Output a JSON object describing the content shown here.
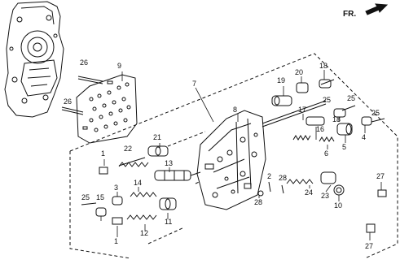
{
  "diagram": {
    "orientation_label": "FR.",
    "callouts": [
      {
        "id": "c1a",
        "text": "1"
      },
      {
        "id": "c1b",
        "text": "1"
      },
      {
        "id": "c2",
        "text": "2"
      },
      {
        "id": "c3",
        "text": "3"
      },
      {
        "id": "c4",
        "text": "4"
      },
      {
        "id": "c5",
        "text": "5"
      },
      {
        "id": "c6",
        "text": "6"
      },
      {
        "id": "c7",
        "text": "7"
      },
      {
        "id": "c8",
        "text": "8"
      },
      {
        "id": "c9",
        "text": "9"
      },
      {
        "id": "c10",
        "text": "10"
      },
      {
        "id": "c11",
        "text": "11"
      },
      {
        "id": "c12",
        "text": "12"
      },
      {
        "id": "c13",
        "text": "13"
      },
      {
        "id": "c14",
        "text": "14"
      },
      {
        "id": "c15",
        "text": "15"
      },
      {
        "id": "c16",
        "text": "16"
      },
      {
        "id": "c17",
        "text": "17"
      },
      {
        "id": "c18a",
        "text": "18"
      },
      {
        "id": "c18b",
        "text": "18"
      },
      {
        "id": "c19",
        "text": "19"
      },
      {
        "id": "c20",
        "text": "20"
      },
      {
        "id": "c21",
        "text": "21"
      },
      {
        "id": "c22",
        "text": "22"
      },
      {
        "id": "c23",
        "text": "23"
      },
      {
        "id": "c24",
        "text": "24"
      },
      {
        "id": "c25a",
        "text": "25"
      },
      {
        "id": "c25b",
        "text": "25"
      },
      {
        "id": "c25c",
        "text": "25"
      },
      {
        "id": "c25d",
        "text": "25"
      },
      {
        "id": "c26a",
        "text": "26"
      },
      {
        "id": "c26b",
        "text": "26"
      },
      {
        "id": "c27a",
        "text": "27"
      },
      {
        "id": "c27b",
        "text": "27"
      },
      {
        "id": "c28a",
        "text": "28"
      },
      {
        "id": "c28b",
        "text": "28"
      }
    ]
  }
}
